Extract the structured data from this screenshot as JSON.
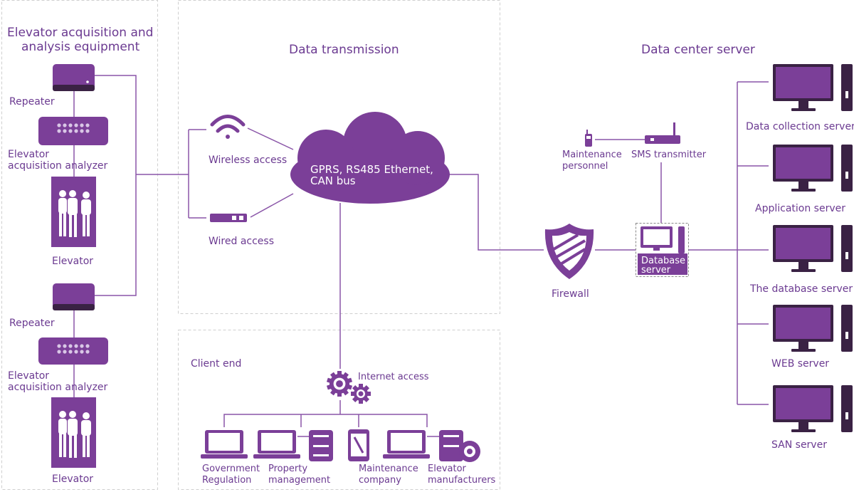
{
  "sections": {
    "acquisition_title": [
      "Elevator acquisition and",
      "analysis equipment"
    ],
    "transmission_title": "Data transmission",
    "datacenter_title": "Data center server",
    "client_title": "Client end"
  },
  "acquisition": {
    "repeater_1": "Repeater",
    "analyzer_1": [
      "Elevator",
      "acquisition analyzer"
    ],
    "elevator_1": "Elevator",
    "repeater_2": "Repeater",
    "analyzer_2": [
      "Elevator",
      "acquisition analyzer"
    ],
    "elevator_2": "Elevator"
  },
  "transmission": {
    "wireless": "Wireless access",
    "wired": "Wired access",
    "cloud": [
      "GPRS, RS485 Ethernet,",
      "CAN bus"
    ]
  },
  "client": {
    "internet": "Internet access",
    "items": [
      [
        "Government",
        "Regulation"
      ],
      [
        "Property",
        "management"
      ],
      [
        "Maintenance",
        "company"
      ],
      [
        "Elevator",
        "manufacturers"
      ]
    ]
  },
  "datacenter": {
    "firewall": "Firewall",
    "maintenance": [
      "Maintenance",
      "personnel"
    ],
    "sms": "SMS transmitter",
    "database_box": [
      "Database",
      "server"
    ],
    "servers": [
      "Data collection server",
      "Application server",
      "The database server",
      "WEB server",
      "SAN server"
    ]
  },
  "colors": {
    "primary": "#7b3f98",
    "dark": "#3a2244",
    "line": "#8a55a8",
    "border": "#cfcfcf"
  },
  "icons": [
    "repeater-icon",
    "analyzer-icon",
    "elevator-icon",
    "wifi-icon",
    "router-icon",
    "cloud-icon",
    "gear-icon",
    "laptop-icon",
    "server-tower-icon",
    "tablet-wrench-icon",
    "firewall-shield-icon",
    "phone-icon",
    "monitor-icon"
  ]
}
